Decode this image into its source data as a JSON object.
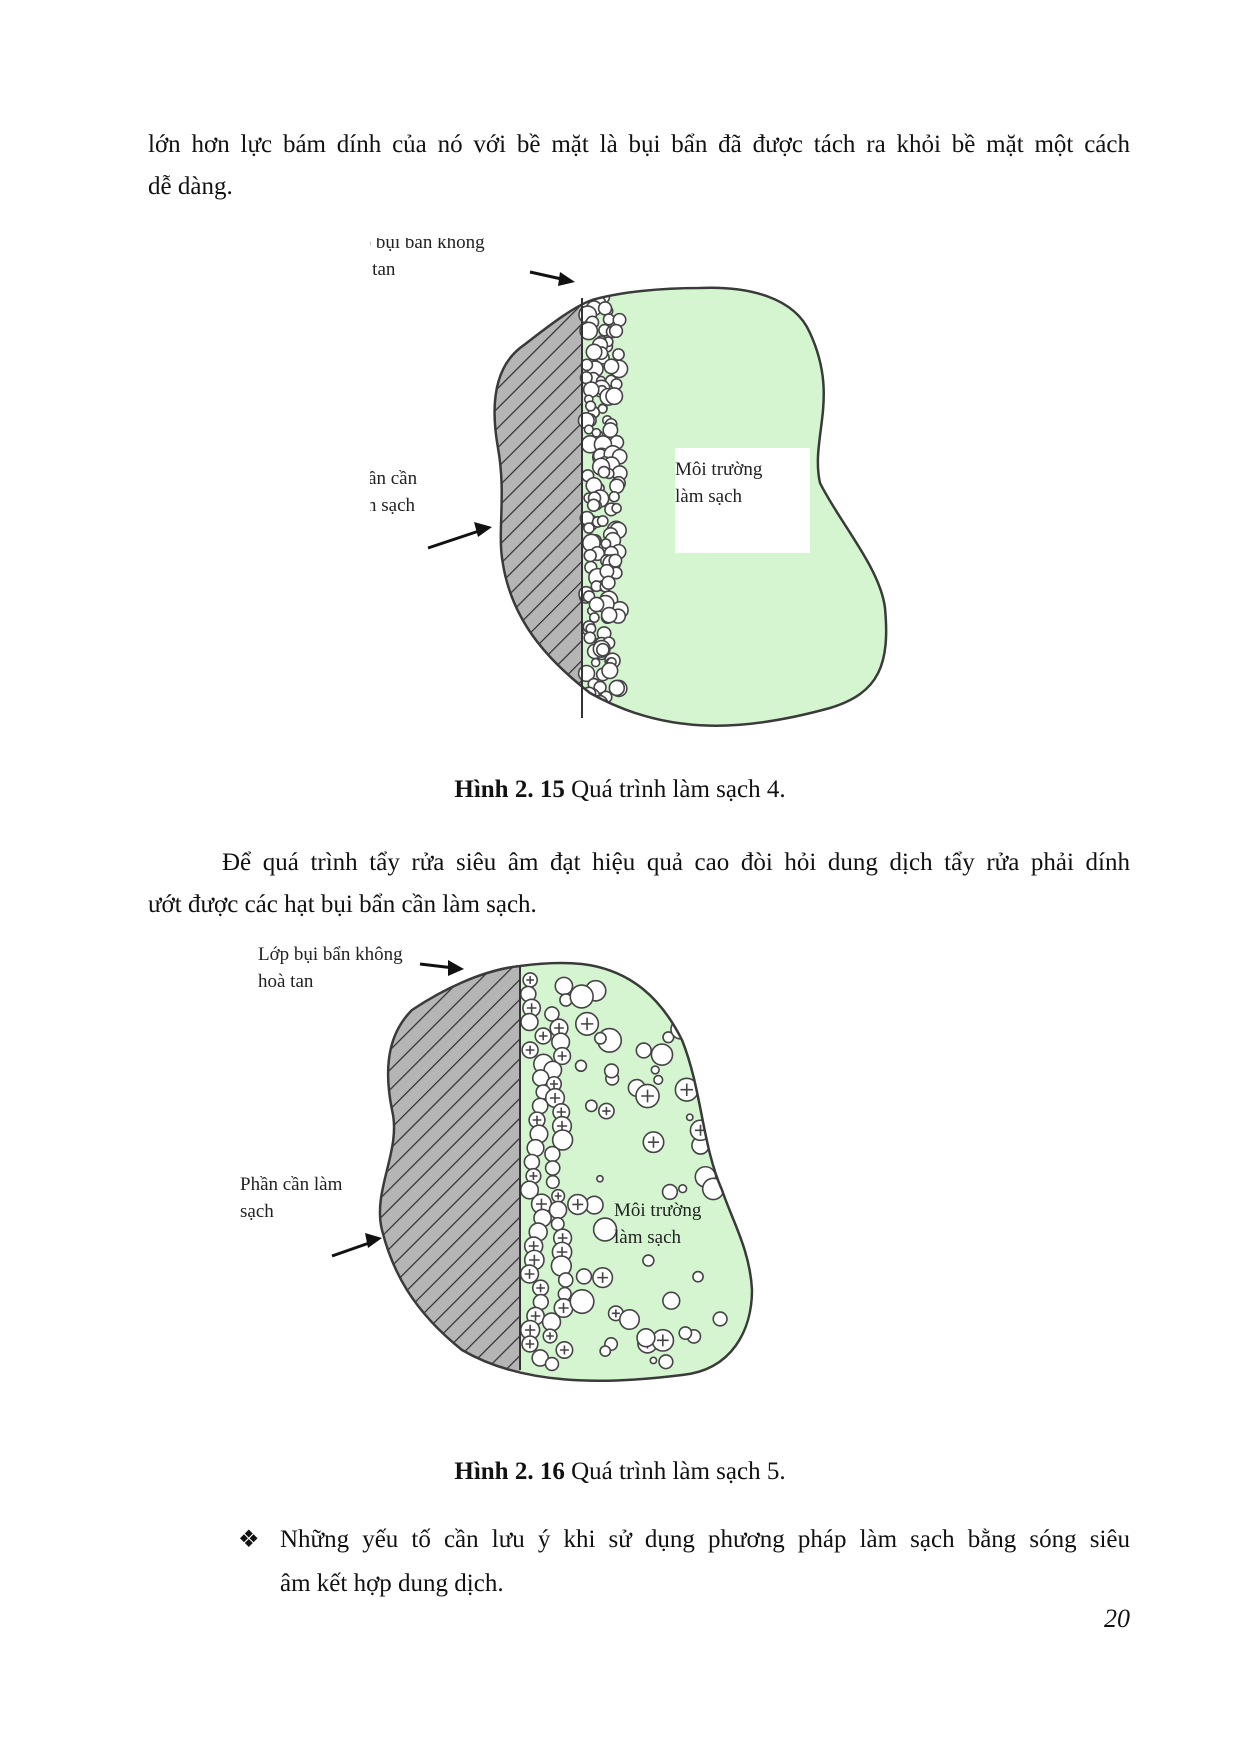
{
  "paragraph1": {
    "line1": "lớn hơn lực bám dính của nó với bề mặt là bụi bẩn đã được tách ra khỏi bề mặt một cách",
    "line2": "dễ dàng."
  },
  "figure1": {
    "label_dirt_line1": "Lớp bụi bẩn không",
    "label_dirt_line2": "hoà tan",
    "label_part_line1": "Phần cần",
    "label_part_line2": "làm sạch",
    "label_medium_line1": "Môi trường",
    "label_medium_line2": "làm sạch",
    "caption_bold": "Hình 2. 15",
    "caption_text": " Quá trình làm sạch 4."
  },
  "paragraph2": {
    "line1": "Để quá trình tẩy rửa siêu âm đạt hiệu quả cao đòi hỏi dung dịch tẩy rửa phải dính",
    "line2": "ướt được các hạt bụi bẩn cần làm sạch."
  },
  "figure2": {
    "label_dirt_line1": "Lớp bụi bẩn không",
    "label_dirt_line2": "hoà tan",
    "label_part_line1": "Phần cần làm",
    "label_part_line2": "sạch",
    "label_medium_line1": "Môi trường",
    "label_medium_line2": "làm sạch",
    "caption_bold": "Hình 2. 16",
    "caption_text": " Quá trình làm sạch 5."
  },
  "bullet": {
    "mark": "❖",
    "line1": "Những yếu tố cần lưu ý khi sử dụng phương pháp làm sạch bằng sóng siêu",
    "line2": "âm kết hợp dung dịch."
  },
  "page_number": "20",
  "colors": {
    "medium_green": "#d4f5d0",
    "solid_gray": "#a9a9a9",
    "outline": "#3a3a3a"
  }
}
